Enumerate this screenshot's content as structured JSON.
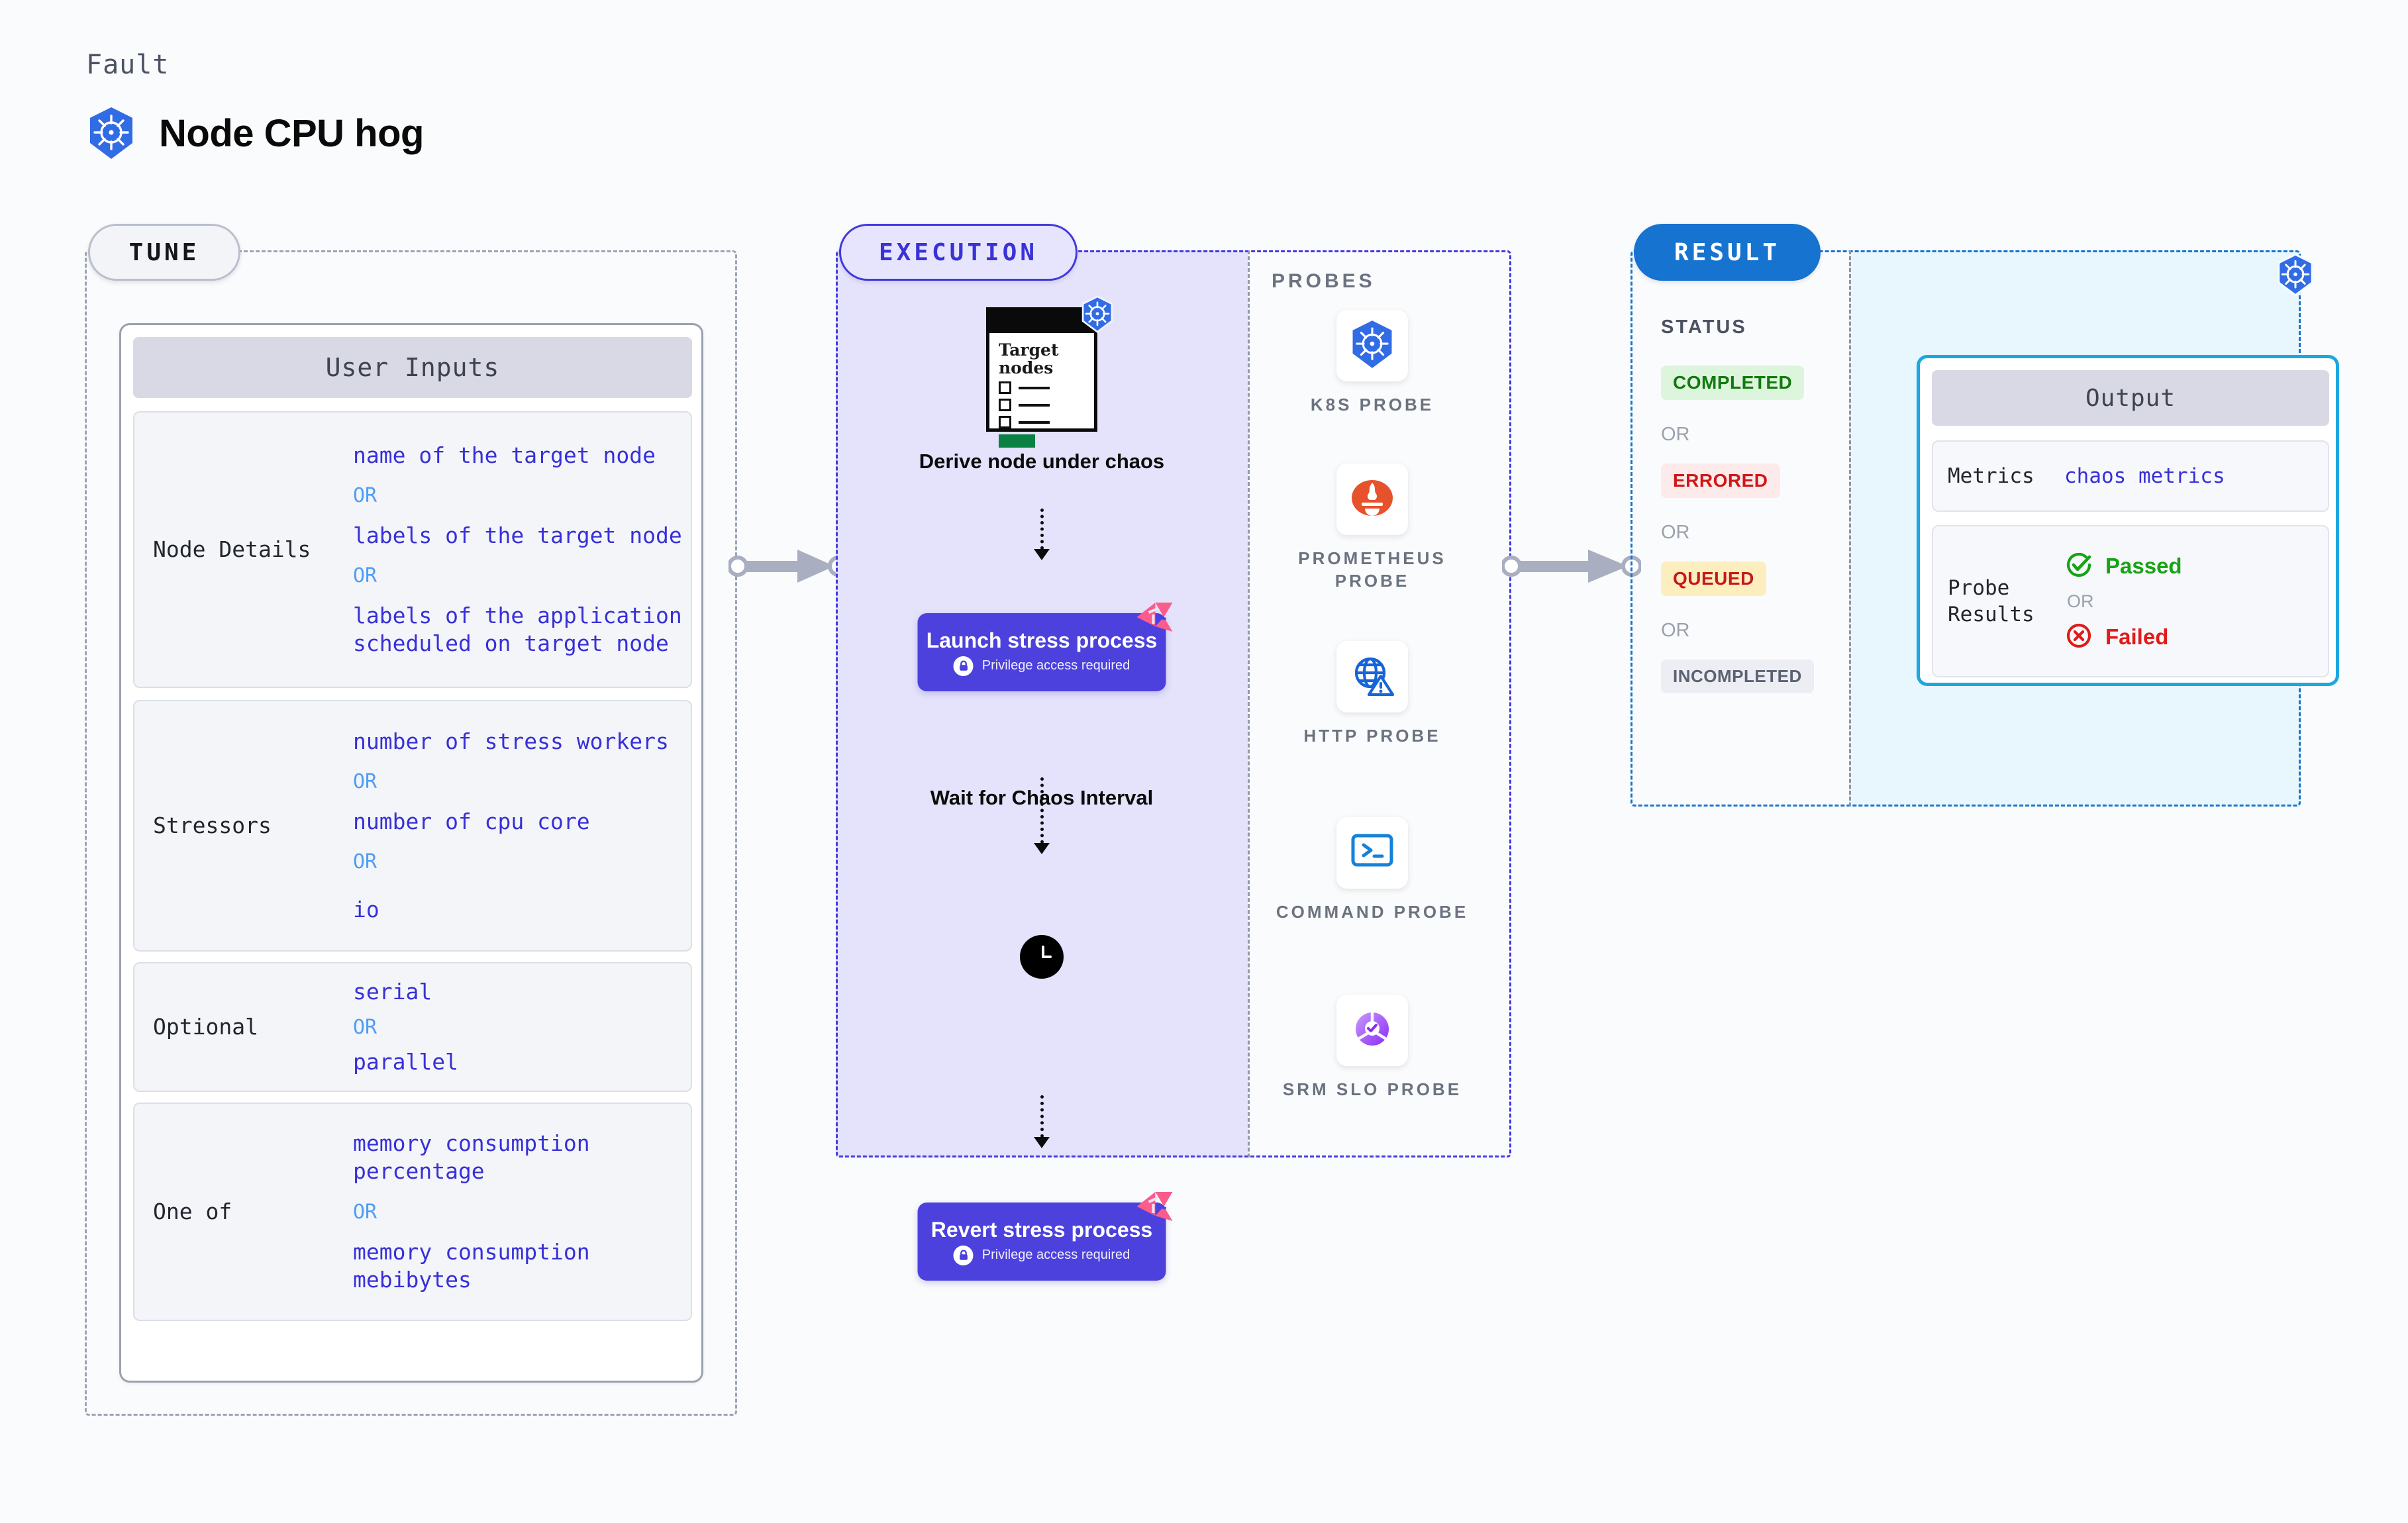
{
  "header": {
    "eyebrow": "Fault",
    "title": "Node CPU hog",
    "icon": "kubernetes-icon"
  },
  "tune": {
    "pill_label": "TUNE",
    "card_title": "User Inputs",
    "rows": [
      {
        "key": "Node Details",
        "values": [
          "name of the target node",
          "labels of the target node",
          "labels of the application\n scheduled on target node"
        ],
        "separator": "OR"
      },
      {
        "key": "Stressors",
        "values": [
          "number of stress workers",
          "number of cpu core",
          "io"
        ],
        "separator": "OR"
      },
      {
        "key": "Optional",
        "values": [
          "serial",
          "parallel"
        ],
        "separator": "OR"
      },
      {
        "key": "One of",
        "values": [
          "memory consumption percentage",
          "memory consumption mebibytes"
        ],
        "separator": "OR"
      }
    ]
  },
  "execution": {
    "pill_label": "EXECUTION",
    "steps": [
      {
        "type": "document",
        "doc_title": "Target nodes",
        "label": "Derive node under chaos",
        "icon": "kubernetes-icon"
      },
      {
        "type": "process",
        "label": "Launch stress process",
        "sub_label": "Privilege access required",
        "icon": "lock-icon",
        "ribbon": "harness-ribbon-icon"
      },
      {
        "type": "clock",
        "label": "Wait for Chaos Interval",
        "icon": "clock-icon"
      },
      {
        "type": "process",
        "label": "Revert stress process",
        "sub_label": "Privilege access required",
        "icon": "lock-icon",
        "ribbon": "harness-ribbon-icon"
      }
    ],
    "probes_label": "PROBES",
    "probes": [
      {
        "name": "K8S PROBE",
        "icon": "kubernetes-icon"
      },
      {
        "name": "PROMETHEUS PROBE",
        "icon": "prometheus-icon"
      },
      {
        "name": "HTTP PROBE",
        "icon": "globe-warning-icon"
      },
      {
        "name": "COMMAND PROBE",
        "icon": "terminal-icon"
      },
      {
        "name": "SRM SLO PROBE",
        "icon": "slo-gauge-icon"
      }
    ]
  },
  "result": {
    "pill_label": "RESULT",
    "status_label": "STATUS",
    "separator": "OR",
    "statuses": [
      {
        "label": "COMPLETED",
        "bg": "#ddf5dc",
        "fg": "#127a0f"
      },
      {
        "label": "ERRORED",
        "bg": "#fdeaea",
        "fg": "#cf1717"
      },
      {
        "label": "QUEUED",
        "bg": "#fdeebf",
        "fg": "#c41a1a"
      },
      {
        "label": "INCOMPLETED",
        "bg": "#eceef3",
        "fg": "#5b6273"
      }
    ],
    "output": {
      "title": "Output",
      "metrics_key": "Metrics",
      "metrics_value": "chaos metrics",
      "probe_results_key": "Probe Results",
      "passed_label": "Passed",
      "failed_label": "Failed",
      "separator": "OR",
      "passed_icon": "check-circle-icon",
      "failed_icon": "x-circle-icon"
    },
    "corner_icon": "kubernetes-icon"
  },
  "colors": {
    "accent_purple": "#4C41DD",
    "accent_blue": "#1673CF",
    "k8s_blue": "#326CE5",
    "ribbon_pink": "#FB5C8C",
    "passed_green": "#16A315",
    "failed_red": "#E01B1B",
    "link_indigo": "#3730D8",
    "or_blue": "#4F9DF7"
  }
}
